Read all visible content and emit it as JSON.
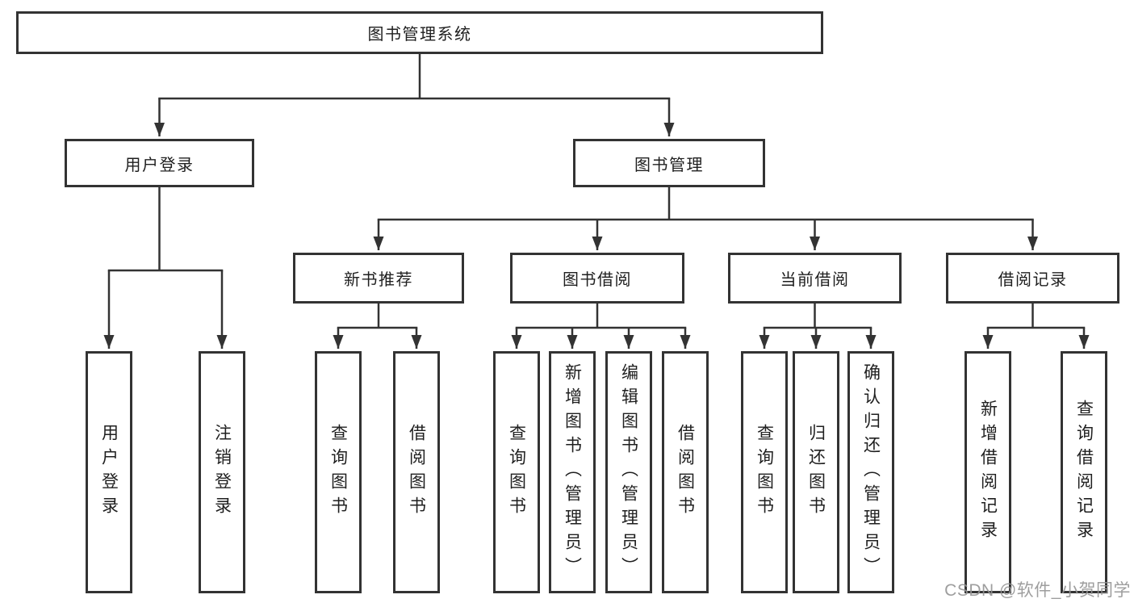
{
  "diagram": {
    "root": {
      "label": "图书管理系统"
    },
    "branches": [
      {
        "label": "用户登录",
        "children": [
          {
            "label": "用户登录"
          },
          {
            "label": "注销登录"
          }
        ]
      },
      {
        "label": "图书管理",
        "children": [
          {
            "label": "新书推荐",
            "children": [
              {
                "label": "查询图书"
              },
              {
                "label": "借阅图书"
              }
            ]
          },
          {
            "label": "图书借阅",
            "children": [
              {
                "label": "查询图书"
              },
              {
                "label": "新增图书（管理员）"
              },
              {
                "label": "编辑图书（管理员）"
              },
              {
                "label": "借阅图书"
              }
            ]
          },
          {
            "label": "当前借阅",
            "children": [
              {
                "label": "查询图书"
              },
              {
                "label": "归还图书"
              },
              {
                "label": "确认归还（管理员）"
              }
            ]
          },
          {
            "label": "借阅记录",
            "children": [
              {
                "label": "新增借阅记录"
              },
              {
                "label": "查询借阅记录"
              }
            ]
          }
        ]
      }
    ]
  },
  "watermark": {
    "text": "CSDN @软件_小贺同学"
  },
  "colors": {
    "line": "#333333",
    "text": "#1f1f1f",
    "background": "#ffffff",
    "watermark": "#949494"
  }
}
